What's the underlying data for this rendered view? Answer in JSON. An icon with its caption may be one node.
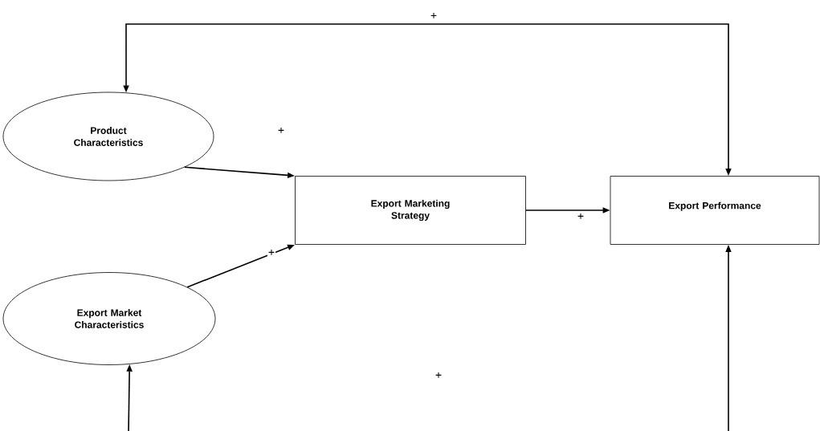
{
  "diagram": {
    "nodes": [
      {
        "text": [
          "Product Characteristics"
        ]
      },
      {
        "text": [
          "Export Market Characteristics"
        ]
      },
      {
        "text": [
          "Export Marketing Strategy"
        ]
      },
      {
        "text": [
          "Export Performance"
        ]
      }
    ],
    "edges": [
      {
        "from": 0,
        "to": 2,
        "arrow": "to",
        "label": "+"
      },
      {
        "from": 1,
        "to": 2,
        "arrow": "to",
        "label": "+"
      },
      {
        "from": 2,
        "to": 3,
        "arrow": "to",
        "label": "+"
      },
      {
        "from": 3,
        "to": 0,
        "arrow": "both",
        "label": "+"
      },
      {
        "from": null,
        "to": 1,
        "arrow": "to"
      },
      {
        "from": null,
        "to": 3,
        "arrow": "to"
      }
    ],
    "labels": [
      "+"
    ]
  }
}
